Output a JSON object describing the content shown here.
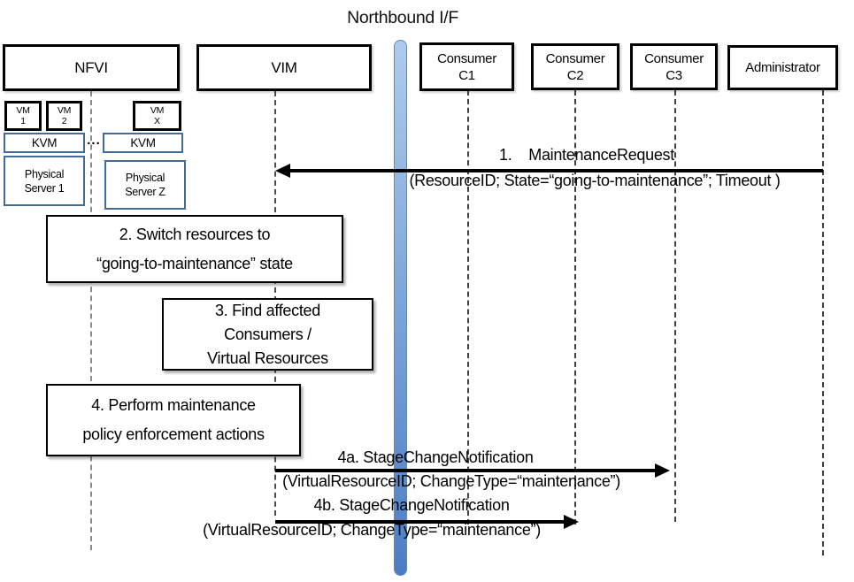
{
  "title": "Northbound I/F",
  "actors": {
    "nfvi": {
      "label": "NFVI"
    },
    "vim": {
      "label": "VIM"
    },
    "c1": {
      "line1": "Consumer",
      "line2": "C1"
    },
    "c2": {
      "line1": "Consumer",
      "line2": "C2"
    },
    "c3": {
      "line1": "Consumer",
      "line2": "C3"
    },
    "admin": {
      "label": "Administrator"
    }
  },
  "nfvi_detail": {
    "vms": [
      {
        "l1": "VM",
        "l2": "1"
      },
      {
        "l1": "VM",
        "l2": "2"
      },
      {
        "l1": "VM",
        "l2": "X"
      }
    ],
    "hypervisors": [
      {
        "label": "KVM"
      },
      {
        "label": "KVM"
      }
    ],
    "ellipsis": "...",
    "servers": [
      {
        "l1": "Physical",
        "l2": "Server 1"
      },
      {
        "l1": "Physical",
        "l2": "Server Z"
      }
    ]
  },
  "messages": {
    "m1": {
      "title": "1.    MaintenanceRequest",
      "params": "(ResourceID; State=“going-to-maintenance”; Timeout )"
    },
    "s2": {
      "l1": "2. Switch resources to",
      "l2": "“going-to-maintenance” state"
    },
    "s3": {
      "l1": "3. Find affected",
      "l2": "Consumers /",
      "l3": "Virtual Resources"
    },
    "s4": {
      "l1": "4. Perform maintenance",
      "l2": "policy enforcement actions"
    },
    "m4a": {
      "title": "4a. StageChangeNotification",
      "params": "(VirtualResourceID; ChangeType=“maintenance”)"
    },
    "m4b": {
      "title": "4b. StageChangeNotification",
      "params": "(VirtualResourceID; ChangeType=“maintenance”)"
    }
  },
  "colors": {
    "accent_blue": "#44699B",
    "bar_top": "#AECBEE",
    "bar_mid": "#7FA9DC",
    "bar_bottom": "#4C7DC4"
  }
}
